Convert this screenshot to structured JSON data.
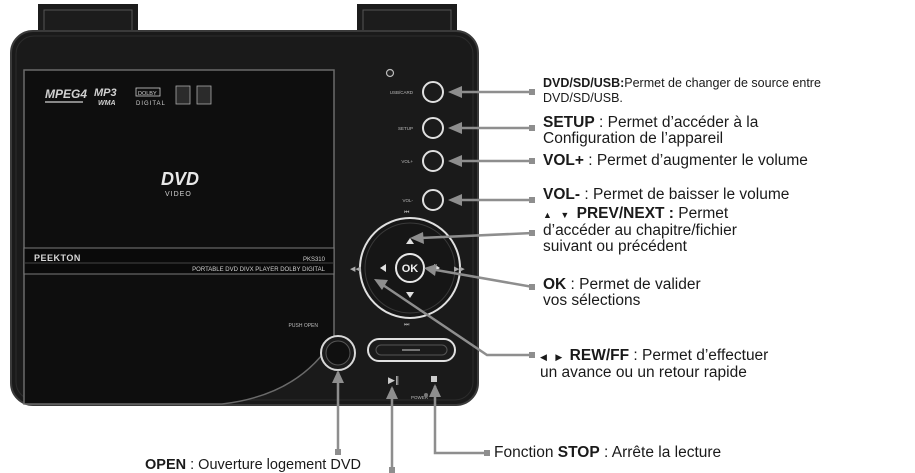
{
  "device": {
    "labels": {
      "mpeg4": "MPEG4",
      "mp3": "MP3",
      "wma": "WMA",
      "dolby": "DOLBY",
      "digital": "DIGITAL",
      "dvd_logo": "DVD",
      "dvd_video": "VIDEO",
      "brand": "PEEKTON",
      "model": "PKS310",
      "tagline": "PORTABLE DVD DIVX PLAYER DOLBY DIGITAL",
      "push_open": "PUSH OPEN",
      "btn_source": "USB/CARD",
      "btn_setup": "SETUP",
      "btn_volup": "VOL+",
      "btn_voldown": "VOL-",
      "btn_ok": "OK",
      "power": "POWER"
    }
  },
  "annotations": {
    "source": {
      "title": "DVD/SD/USB:",
      "text1": "Permet de changer de source entre",
      "text2": "DVD/SD/USB."
    },
    "setup": {
      "title": "SETUP",
      "text1": " : Permet d’accéder à la",
      "text2": "Configuration de l’appareil"
    },
    "volup": {
      "title": "VOL+",
      "text1": " : Permet d’augmenter le volume"
    },
    "voldown": {
      "title": "VOL-",
      "text1": " : Permet de baisser le volume"
    },
    "prevnext": {
      "glyph": "▲ ▼",
      "title": "PREV/NEXT :",
      "text1": " Permet",
      "text2": "d’accéder au chapitre/fichier",
      "text3": "suivant ou précédent"
    },
    "ok": {
      "title": "OK",
      "text1": " : Permet de valider",
      "text2": "vos sélections"
    },
    "rewff": {
      "glyph": "◀ ▶",
      "title": "REW/FF",
      "text1": " : Permet d’effectuer",
      "text2": "un avance ou un retour rapide"
    },
    "stop": {
      "text0": "Fonction ",
      "title": "STOP",
      "text1": " : Arrête la lecture"
    },
    "open": {
      "title": "OPEN",
      "text1": " : Ouverture logement DVD"
    }
  }
}
